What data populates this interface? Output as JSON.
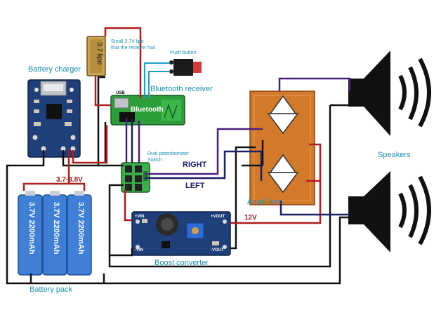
{
  "labels": {
    "battery_charger": "Battery charger",
    "lipo_cell": "3.7 lipo",
    "lipo_note_line1": "Small 3.7V lipo",
    "lipo_note_line2": "that the receiver has",
    "push_button": "Push button",
    "bluetooth_receiver": "Bluetooth receiver",
    "bluetooth_module": "Bluetooth",
    "usb": "USB",
    "dual_pot_line1": "Dual potentiometer",
    "dual_pot_line2": "Switch",
    "right": "RIGHT",
    "left": "LEFT",
    "amplifiers": "Amplifiers",
    "speakers": "Speakers",
    "voltage_range": "3.7-3.8V",
    "voltage_12v": "12V",
    "boost_converter": "Boost converter",
    "battery_pack": "Battery pack",
    "cell_1": "3.7V 2200mAh",
    "cell_2": "3.7V 2200mAh",
    "cell_3": "3.7V 2200mAh"
  },
  "board_markings": {
    "vin_plus": "+VIN",
    "vin_minus": "-VIN",
    "vout_plus": "+VOUT",
    "vout_minus": "-VOUT"
  },
  "colors": {
    "wire_black": "#111111",
    "wire_red": "#b01c1c",
    "wire_purple": "#4a1f7a",
    "wire_navy": "#1a1f66",
    "wire_cyan": "#1f9fc0",
    "pcb_blue": "#1e3f7a",
    "pcb_green": "#2e9e3a",
    "battery_blue": "#3f7fd6",
    "amp_orange": "#d27a2a"
  }
}
